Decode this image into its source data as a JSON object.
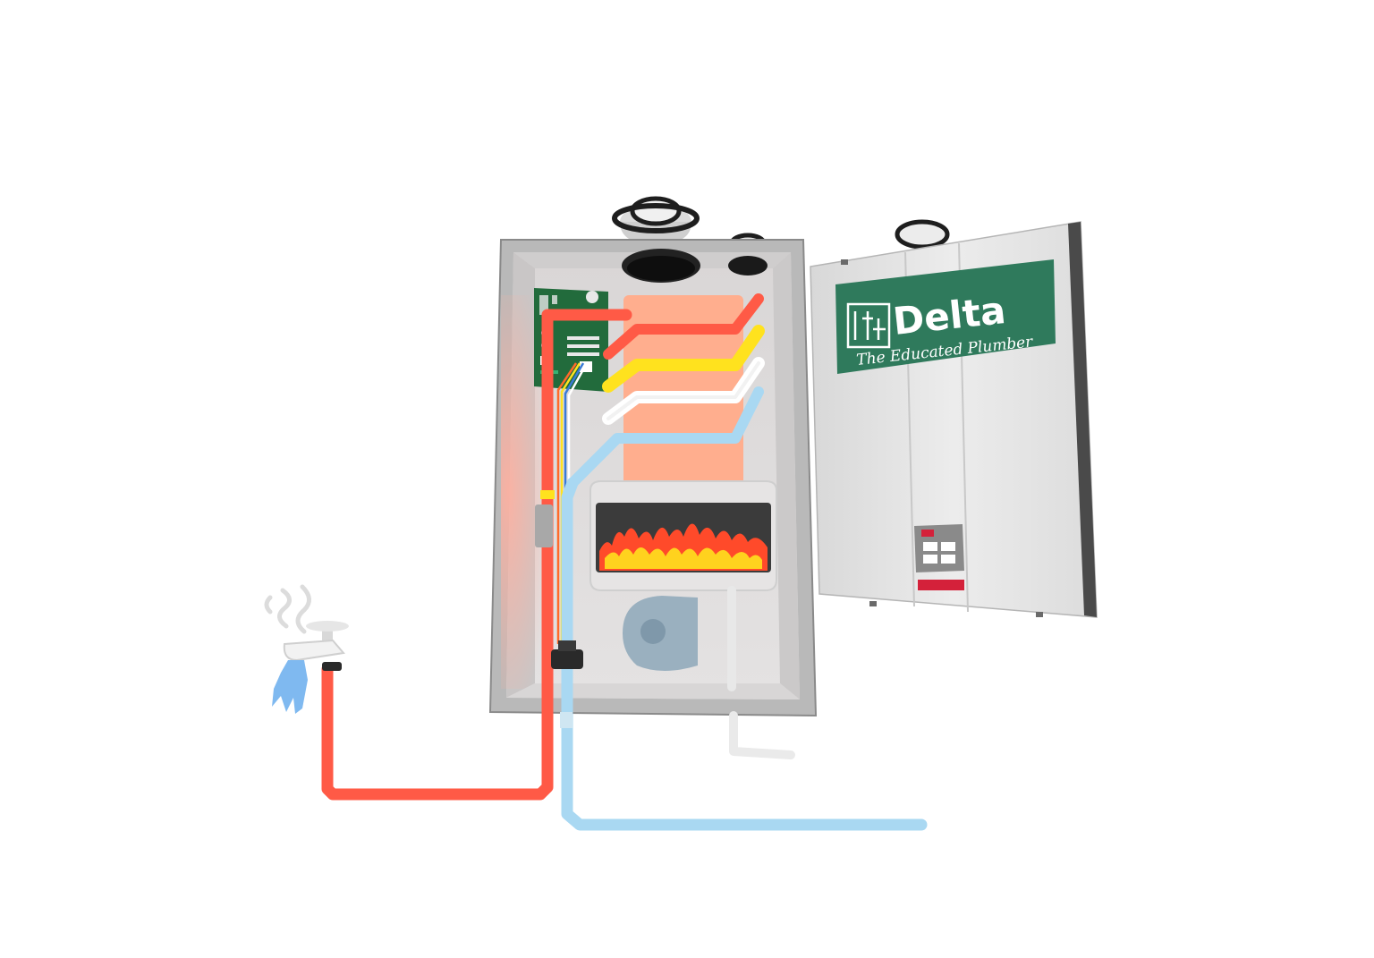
{
  "brand": {
    "name": "Delta",
    "tagline": "The Educated Plumber"
  },
  "colors": {
    "background": "#ffffff",
    "hot_water": "#ff5a46",
    "cold_water": "#a9d8f2",
    "flame_outer": "#ff4a2a",
    "flame_inner": "#ffd21e",
    "heat_exchanger": "#ffae8e",
    "logo_panel": "#2f7a5c",
    "circuit_board": "#226b3c",
    "wire_yellow": "#ffe21e",
    "wire_white": "#ffffff",
    "cabinet": "#e4e4e4",
    "display_red": "#d4213a"
  },
  "components": [
    {
      "id": "heat-exchanger",
      "icon": "heat-exchanger"
    },
    {
      "id": "burner",
      "icon": "flame-icon"
    },
    {
      "id": "blower",
      "icon": "fan-icon"
    },
    {
      "id": "control-board",
      "icon": "circuit-board-icon"
    },
    {
      "id": "flow-sensor",
      "icon": "sensor-icon"
    },
    {
      "id": "faucet",
      "icon": "faucet-icon"
    },
    {
      "id": "steam",
      "icon": "steam-icon"
    },
    {
      "id": "water-stream",
      "icon": "water-drop-icon"
    },
    {
      "id": "vent-caps",
      "icon": "vent-icon"
    },
    {
      "id": "control-panel",
      "icon": "keypad-icon"
    }
  ]
}
